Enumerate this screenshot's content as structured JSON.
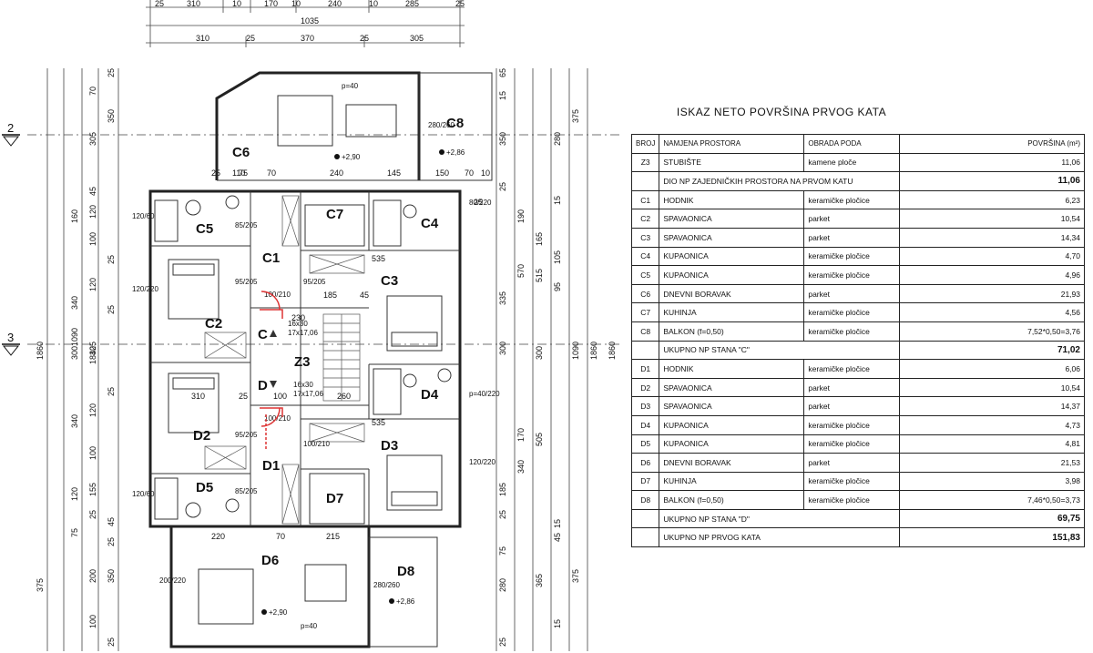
{
  "plan": {
    "section_marks": [
      "2",
      "3"
    ],
    "rooms": [
      {
        "id": "C1"
      },
      {
        "id": "C2"
      },
      {
        "id": "C3"
      },
      {
        "id": "C4"
      },
      {
        "id": "C5"
      },
      {
        "id": "C6"
      },
      {
        "id": "C7"
      },
      {
        "id": "C8"
      },
      {
        "id": "D1"
      },
      {
        "id": "D2"
      },
      {
        "id": "D3"
      },
      {
        "id": "D4"
      },
      {
        "id": "D5"
      },
      {
        "id": "D6"
      },
      {
        "id": "D7"
      },
      {
        "id": "D8"
      },
      {
        "id": "Z3"
      }
    ],
    "markers": {
      "c": "C",
      "d": "D"
    },
    "elevations": [
      "+2,90",
      "+2,86",
      "+2,90",
      "+2,86"
    ],
    "stair_labels": [
      "16x30",
      "17x17,06",
      "16x30",
      "17x17,06"
    ],
    "top_dims_row1": [
      "25",
      "310",
      "10",
      "170",
      "10",
      "240",
      "10",
      "285",
      "25"
    ],
    "top_dims_row2": [
      "1035"
    ],
    "top_dims_row3": [
      "310",
      "25",
      "370",
      "25",
      "305"
    ],
    "inner_dims": [
      "110",
      "70",
      "240",
      "145",
      "150",
      "70",
      "10",
      "25",
      "75",
      "25",
      "535",
      "185",
      "45",
      "230",
      "310",
      "25",
      "100",
      "260",
      "535",
      "220",
      "70",
      "215"
    ],
    "left_dims": [
      "25",
      "70",
      "350",
      "305",
      "45",
      "120",
      "160",
      "100",
      "25",
      "120",
      "340",
      "25",
      "325",
      "300",
      "1840",
      "1090",
      "1860",
      "25",
      "120",
      "340",
      "100",
      "155",
      "120",
      "25",
      "45",
      "75",
      "25",
      "200",
      "375",
      "350",
      "100",
      "25"
    ],
    "right_dims": [
      "65",
      "15",
      "375",
      "350",
      "280",
      "25",
      "15",
      "190",
      "165",
      "105",
      "95",
      "570",
      "515",
      "335",
      "300",
      "1090",
      "1860",
      "1860",
      "300",
      "170",
      "505",
      "340",
      "185",
      "25",
      "15",
      "45",
      "75",
      "375",
      "365",
      "280",
      "15",
      "25"
    ],
    "window_dims": [
      "120/60",
      "85/205",
      "120/220",
      "95/205",
      "95/205",
      "100/210",
      "100/210",
      "80/220",
      "p=40/220",
      "120/220",
      "95/205",
      "100/210",
      "120/60",
      "85/205",
      "200/220",
      "280/260",
      "280/260",
      "p=40",
      "p=40"
    ]
  },
  "table": {
    "title": "ISKAZ NETO POVRŠINA PRVOG KATA",
    "headers": [
      "BROJ",
      "NAMJENA PROSTORA",
      "OBRADA PODA",
      "POVRŠINA (m²)"
    ],
    "rows": [
      {
        "broj": "Z3",
        "namjena": "STUBIŠTE",
        "obrada": "kamene ploče",
        "povrsina": "11,06",
        "bold": false
      },
      {
        "broj": "",
        "namjena": "DIO NP ZAJEDNIČKIH PROSTORA NA PRVOM KATU",
        "obrada": "",
        "povrsina": "11,06",
        "bold": true
      },
      {
        "broj": "C1",
        "namjena": "HODNIK",
        "obrada": "keramičke pločice",
        "povrsina": "6,23",
        "bold": false
      },
      {
        "broj": "C2",
        "namjena": "SPAVAONICA",
        "obrada": "parket",
        "povrsina": "10,54",
        "bold": false
      },
      {
        "broj": "C3",
        "namjena": "SPAVAONICA",
        "obrada": "parket",
        "povrsina": "14,34",
        "bold": false
      },
      {
        "broj": "C4",
        "namjena": "KUPAONICA",
        "obrada": "keramičke pločice",
        "povrsina": "4,70",
        "bold": false
      },
      {
        "broj": "C5",
        "namjena": "KUPAONICA",
        "obrada": "keramičke pločice",
        "povrsina": "4,96",
        "bold": false
      },
      {
        "broj": "C6",
        "namjena": "DNEVNI BORAVAK",
        "obrada": "parket",
        "povrsina": "21,93",
        "bold": false
      },
      {
        "broj": "C7",
        "namjena": "KUHINJA",
        "obrada": "keramičke pločice",
        "povrsina": "4,56",
        "bold": false
      },
      {
        "broj": "C8",
        "namjena": "BALKON (f=0,50)",
        "obrada": "keramičke pločice",
        "povrsina": "7,52*0,50=3,76",
        "bold": false
      },
      {
        "broj": "",
        "namjena": "UKUPNO NP STANA \"C\"",
        "obrada": "",
        "povrsina": "71,02",
        "bold": true
      },
      {
        "broj": "D1",
        "namjena": "HODNIK",
        "obrada": "keramičke pločice",
        "povrsina": "6,06",
        "bold": false
      },
      {
        "broj": "D2",
        "namjena": "SPAVAONICA",
        "obrada": "parket",
        "povrsina": "10,54",
        "bold": false
      },
      {
        "broj": "D3",
        "namjena": "SPAVAONICA",
        "obrada": "parket",
        "povrsina": "14,37",
        "bold": false
      },
      {
        "broj": "D4",
        "namjena": "KUPAONICA",
        "obrada": "keramičke pločice",
        "povrsina": "4,73",
        "bold": false
      },
      {
        "broj": "D5",
        "namjena": "KUPAONICA",
        "obrada": "keramičke pločice",
        "povrsina": "4,81",
        "bold": false
      },
      {
        "broj": "D6",
        "namjena": "DNEVNI BORAVAK",
        "obrada": "parket",
        "povrsina": "21,53",
        "bold": false
      },
      {
        "broj": "D7",
        "namjena": "KUHINJA",
        "obrada": "keramičke pločice",
        "povrsina": "3,98",
        "bold": false
      },
      {
        "broj": "D8",
        "namjena": "BALKON (f=0,50)",
        "obrada": "keramičke pločice",
        "povrsina": "7,46*0,50=3,73",
        "bold": false
      },
      {
        "broj": "",
        "namjena": "UKUPNO NP STANA \"D\"",
        "obrada": "",
        "povrsina": "69,75",
        "bold": true
      },
      {
        "broj": "",
        "namjena": "UKUPNO NP PRVOG KATA",
        "obrada": "",
        "povrsina": "151,83",
        "bold": true
      }
    ]
  }
}
